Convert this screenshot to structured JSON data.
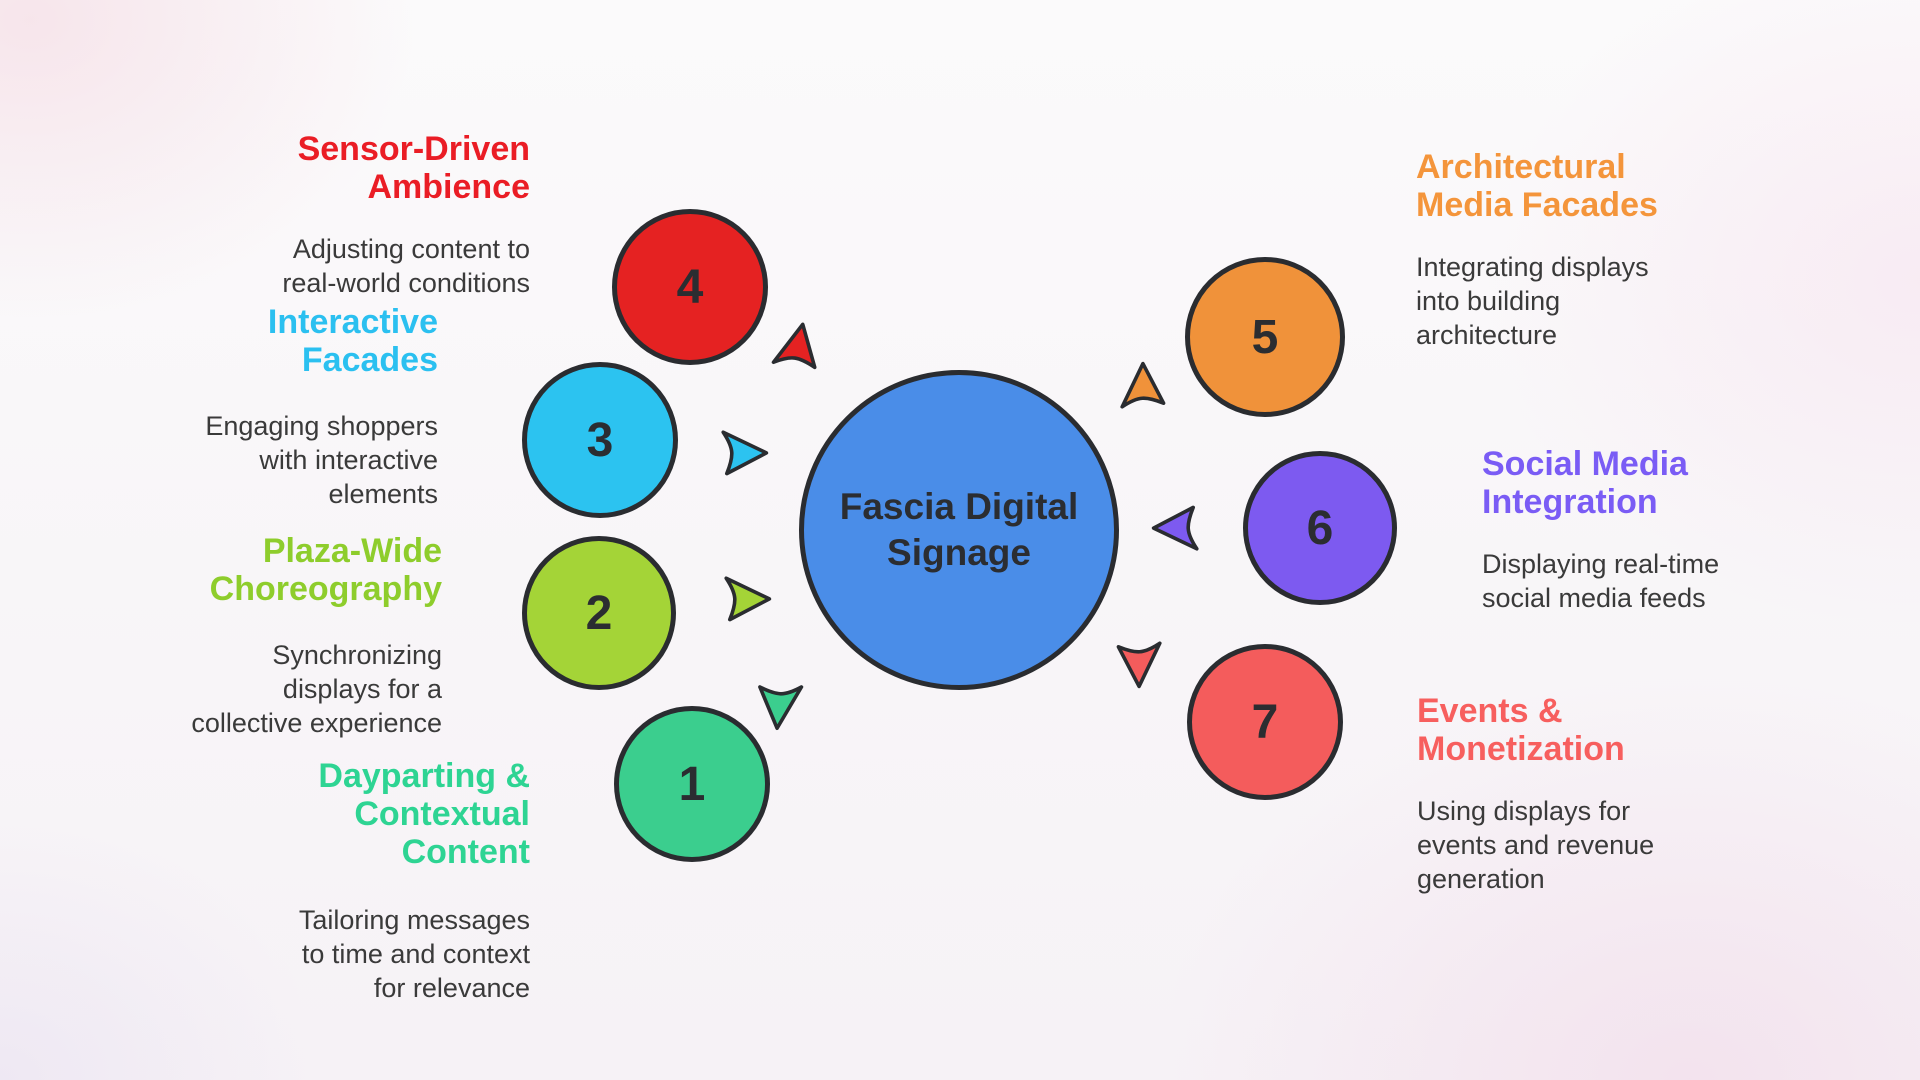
{
  "center": {
    "title": "Fascia Digital\nSignage",
    "color": "#4a8de8"
  },
  "nodes": [
    {
      "number": "1",
      "color": "#3bce8e"
    },
    {
      "number": "2",
      "color": "#a4d437"
    },
    {
      "number": "3",
      "color": "#2cc3f0"
    },
    {
      "number": "4",
      "color": "#e52222"
    },
    {
      "number": "5",
      "color": "#f0923a"
    },
    {
      "number": "6",
      "color": "#7d5af0"
    },
    {
      "number": "7",
      "color": "#f45c5c"
    }
  ],
  "sections": {
    "left": [
      {
        "title": "Sensor-Driven\nAmbience",
        "desc": "Adjusting content to\nreal-world conditions",
        "color": "#ea1d25"
      },
      {
        "title": "Interactive\nFacades",
        "desc": "Engaging shoppers\nwith interactive\nelements",
        "color": "#2bc0f0"
      },
      {
        "title": "Plaza-Wide\nChoreography",
        "desc": "Synchronizing\ndisplays for a\ncollective experience",
        "color": "#8ecd2c"
      },
      {
        "title": "Dayparting &\nContextual\nContent",
        "desc": "Tailoring messages\nto time and context\nfor relevance",
        "color": "#2ed493"
      }
    ],
    "right": [
      {
        "title": "Architectural\nMedia Facades",
        "desc": "Integrating displays\ninto building\narchitecture",
        "color": "#f4953b"
      },
      {
        "title": "Social Media\nIntegration",
        "desc": "Displaying real-time\nsocial media feeds",
        "color": "#7a5cf5"
      },
      {
        "title": "Events &\nMonetization",
        "desc": "Using displays for\nevents and revenue\ngeneration",
        "color": "#f75f5e"
      }
    ]
  }
}
